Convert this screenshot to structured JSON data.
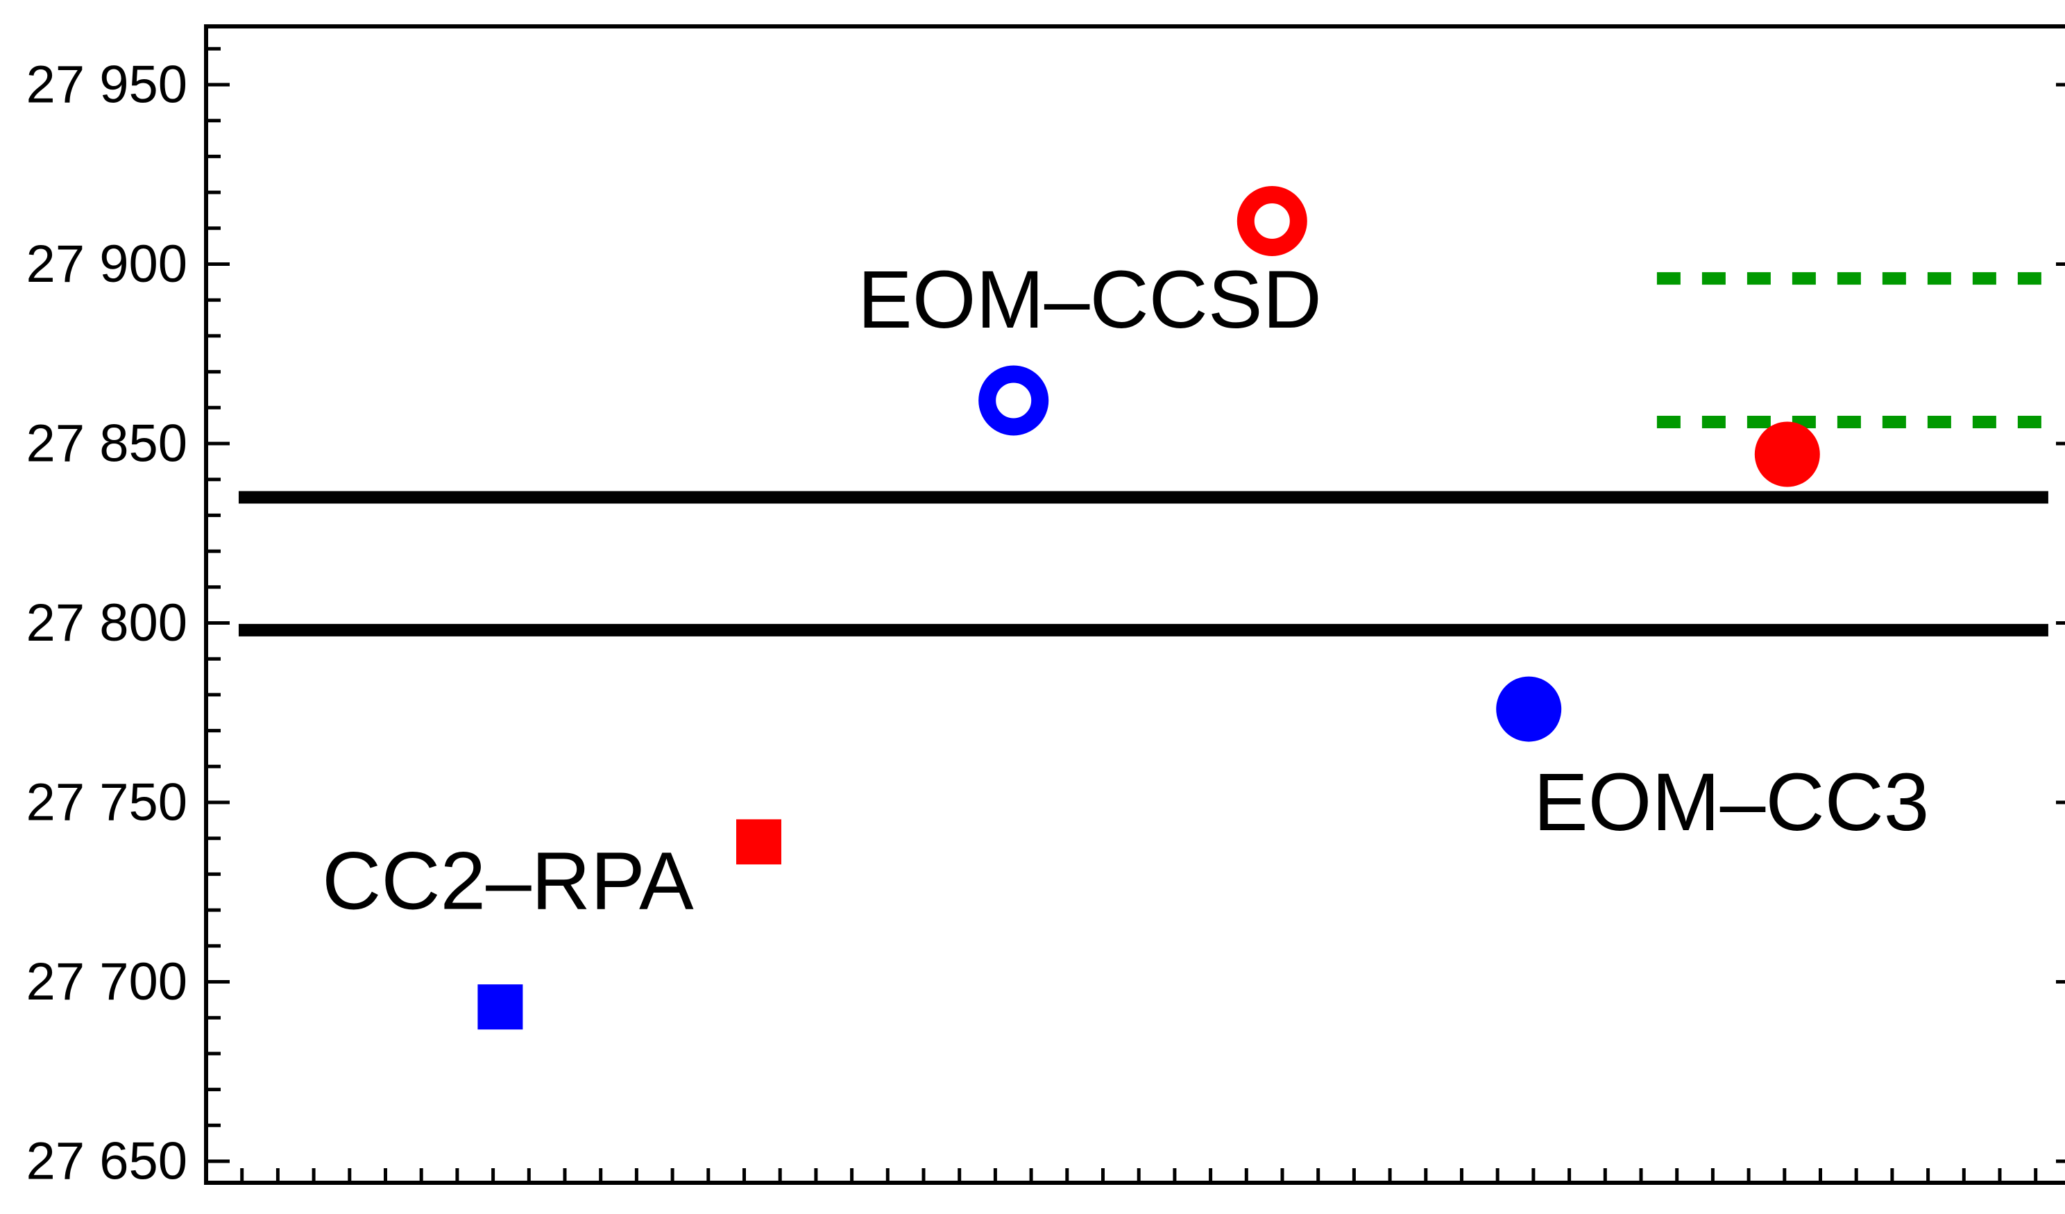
{
  "chart_data": {
    "type": "scatter",
    "title": "",
    "xlabel": "",
    "ylabel": "",
    "grid": false,
    "legend_position": "none",
    "colors": {
      "blue_series": "#0000ff",
      "red_series": "#ff0000",
      "reference_line": "#000000",
      "dashed_line": "#009900",
      "frame": "#000000"
    },
    "y_axis": {
      "ylim": [
        27644,
        27966
      ],
      "major_tick_values": [
        27950,
        27900,
        27850,
        27800,
        27750,
        27700,
        27650
      ],
      "tick_labels": [
        "27 950",
        "27 900",
        "27 850",
        "27 800",
        "27 750",
        "27 700",
        "27 650"
      ],
      "minor_tick_step": 10,
      "mirrored_right": true
    },
    "x_axis": {
      "labels_shown": false,
      "minor_ticks_shown": true
    },
    "series": [
      {
        "method": "CC2-RPA",
        "color_name": "blue",
        "color": "#0000ff",
        "marker": "square",
        "fill": "solid",
        "x_frac": 0.157,
        "value": 27693
      },
      {
        "method": "CC2-RPA",
        "color_name": "red",
        "color": "#ff0000",
        "marker": "square",
        "fill": "solid",
        "x_frac": 0.295,
        "value": 27739
      },
      {
        "method": "EOM-CCSD",
        "color_name": "blue",
        "color": "#0000ff",
        "marker": "circle",
        "fill": "open",
        "x_frac": 0.431,
        "value": 27862
      },
      {
        "method": "EOM-CCSD",
        "color_name": "red",
        "color": "#ff0000",
        "marker": "circle",
        "fill": "open",
        "x_frac": 0.569,
        "value": 27912
      },
      {
        "method": "EOM-CC3",
        "color_name": "blue",
        "color": "#0000ff",
        "marker": "circle",
        "fill": "solid",
        "x_frac": 0.706,
        "value": 27776
      },
      {
        "method": "EOM-CC3",
        "color_name": "red",
        "color": "#ff0000",
        "marker": "circle",
        "fill": "solid",
        "x_frac": 0.844,
        "value": 27847
      }
    ],
    "reference_lines": [
      {
        "style": "solid",
        "color": "#000000",
        "value": 27835,
        "x_frac_start": 0.0174,
        "x_frac_end": 0.9833,
        "thickness": 18
      },
      {
        "style": "solid",
        "color": "#000000",
        "value": 27798,
        "x_frac_start": 0.0174,
        "x_frac_end": 0.9833,
        "thickness": 18
      },
      {
        "style": "dashed",
        "color": "#009900",
        "value": 27896,
        "x_frac_start": 0.7744,
        "x_frac_end": 0.9833,
        "thickness": 18,
        "dash": [
          34,
          31
        ]
      },
      {
        "style": "dashed",
        "color": "#009900",
        "value": 27856,
        "x_frac_start": 0.7744,
        "x_frac_end": 0.9833,
        "thickness": 18,
        "dash": [
          34,
          31
        ]
      }
    ],
    "annotations": [
      {
        "text": "CC2–RPA",
        "x_frac": 0.0619,
        "value": 27728
      },
      {
        "text": "EOM–CCSD",
        "x_frac": 0.3478,
        "value": 27890
      },
      {
        "text": "EOM–CC3",
        "x_frac": 0.7085,
        "value": 27750
      }
    ]
  }
}
